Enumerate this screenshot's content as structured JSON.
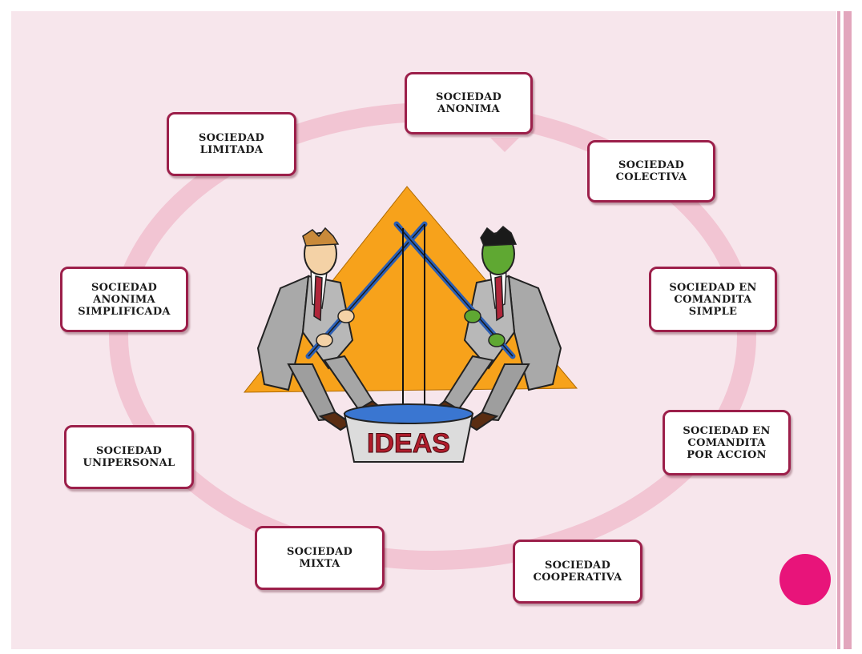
{
  "diagram": {
    "title": "",
    "nodes": [
      {
        "id": "anonima",
        "label": "SOCIEDAD\nANONIMA"
      },
      {
        "id": "colectiva",
        "label": "SOCIEDAD\nCOLECTIVA"
      },
      {
        "id": "comandita-simple",
        "label": "SOCIEDAD EN\nCOMANDITA\nSIMPLE"
      },
      {
        "id": "comandita-accion",
        "label": "SOCIEDAD EN\nCOMANDITA\nPOR ACCION"
      },
      {
        "id": "cooperativa",
        "label": "SOCIEDAD\nCOOPERATIVA"
      },
      {
        "id": "mixta",
        "label": "SOCIEDAD\nMIXTA"
      },
      {
        "id": "unipersonal",
        "label": "SOCIEDAD\nUNIPERSONAL"
      },
      {
        "id": "anonima-simplificada",
        "label": "SOCIEDAD\nANONIMA\nSIMPLIFICADA"
      },
      {
        "id": "limitada",
        "label": "SOCIEDAD\nLIMITADA"
      }
    ],
    "center": {
      "bucket_label": "IDEAS"
    }
  },
  "colors": {
    "background": "#f7e6ec",
    "ring": "#f2c5d3",
    "node_border": "#9c1f4a",
    "triangle": "#f7a21b",
    "nav_dot": "#e8147a"
  }
}
